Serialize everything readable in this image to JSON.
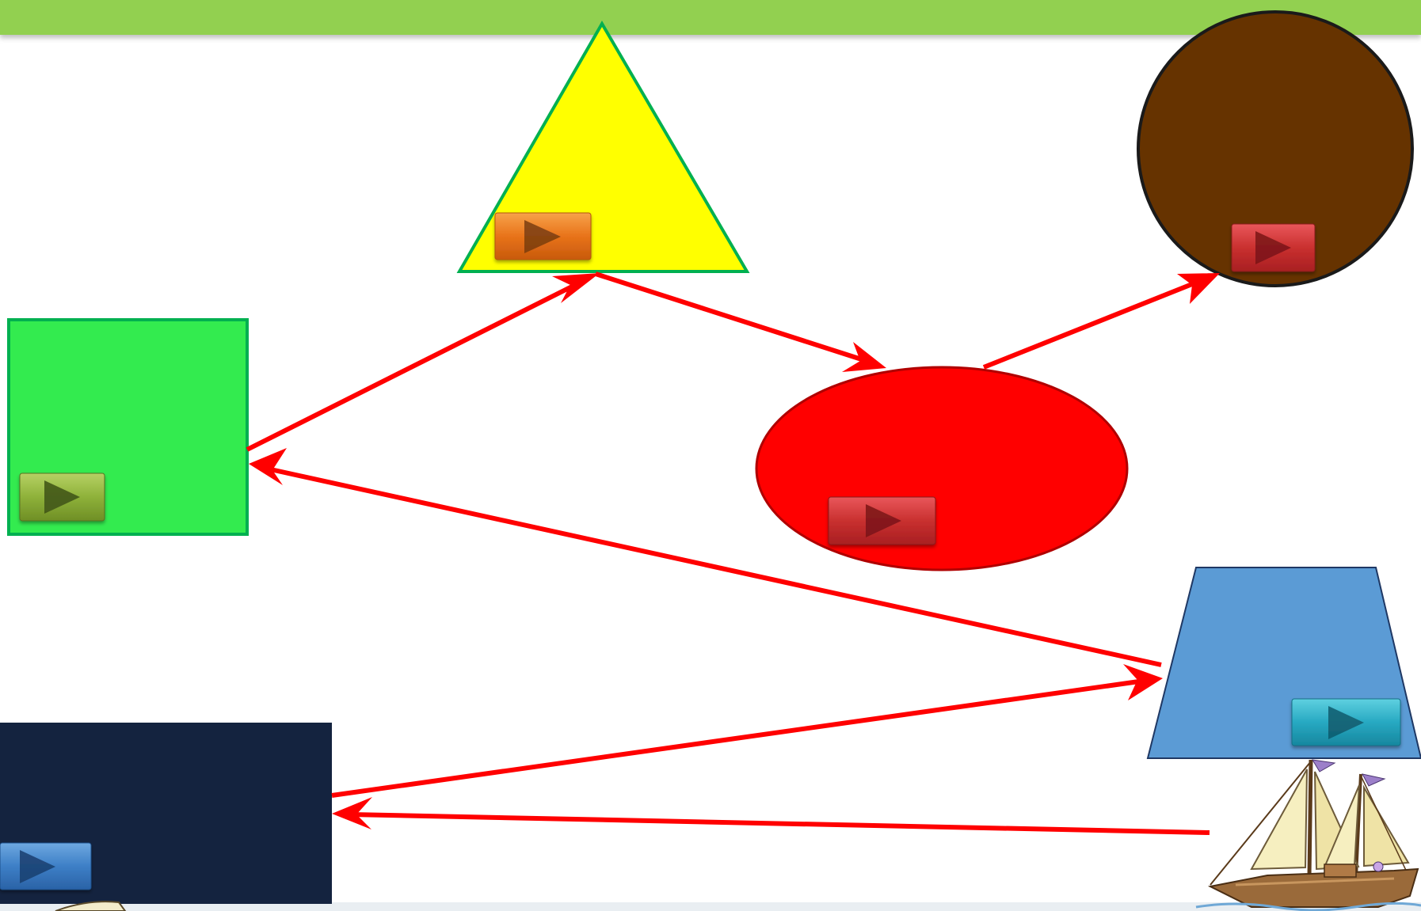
{
  "theme": {
    "header_bar_color": "#92d050",
    "arrow_color": "#ff0000"
  },
  "shapes": [
    {
      "id": "triangle",
      "fill": "#ffff00",
      "stroke": "#00b050",
      "button_color": "orange"
    },
    {
      "id": "circle",
      "fill": "#663300",
      "stroke": "#1a1a1a",
      "button_color": "red"
    },
    {
      "id": "square",
      "fill": "#33eb4f",
      "stroke": "#00b050",
      "button_color": "olive-green"
    },
    {
      "id": "ellipse",
      "fill": "#ff0000",
      "stroke": "#b00000",
      "button_color": "red"
    },
    {
      "id": "trapezoid",
      "fill": "#5b9bd5",
      "stroke": "#1f3864",
      "button_color": "cyan"
    },
    {
      "id": "rectangle",
      "fill": "#14233f",
      "stroke": "#14233f",
      "button_color": "blue"
    }
  ],
  "buttons": {
    "icon": "play-triangle-icon"
  },
  "connections": [
    {
      "from": "square",
      "to": "triangle"
    },
    {
      "from": "triangle",
      "to": "ellipse"
    },
    {
      "from": "ellipse",
      "to": "circle"
    },
    {
      "from": "trapezoid",
      "to": "square"
    },
    {
      "from": "rectangle",
      "to": "trapezoid"
    },
    {
      "from": "sailboat",
      "to": "rectangle"
    }
  ],
  "images": {
    "sailboat": "sailboat-clipart"
  }
}
